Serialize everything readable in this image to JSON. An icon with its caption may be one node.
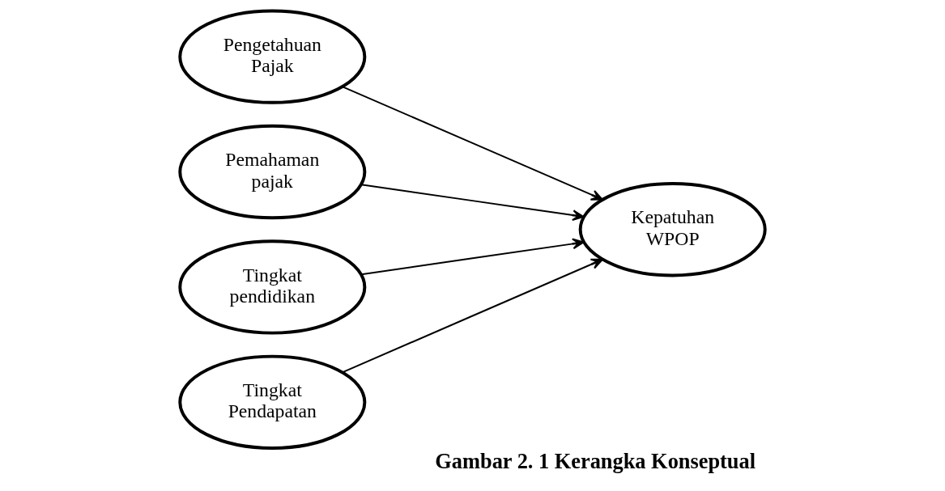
{
  "diagram": {
    "caption": "Gambar 2. 1 Kerangka Konseptual",
    "nodes": [
      {
        "text": [
          "Pengetahuan Pajak"
        ]
      },
      {
        "text": [
          "Pemahaman pajak"
        ]
      },
      {
        "text": [
          "Tingkat pendidikan"
        ]
      },
      {
        "text": [
          "Tingkat Pendapatan"
        ]
      },
      {
        "text": [
          "Kepatuhan WPOP"
        ]
      }
    ],
    "edges": [
      {
        "from": 0,
        "to": 4,
        "arrow": "to"
      },
      {
        "from": 1,
        "to": 4,
        "arrow": "to"
      },
      {
        "from": 2,
        "to": 4,
        "arrow": "to"
      },
      {
        "from": 3,
        "to": 4,
        "arrow": "to"
      }
    ]
  }
}
